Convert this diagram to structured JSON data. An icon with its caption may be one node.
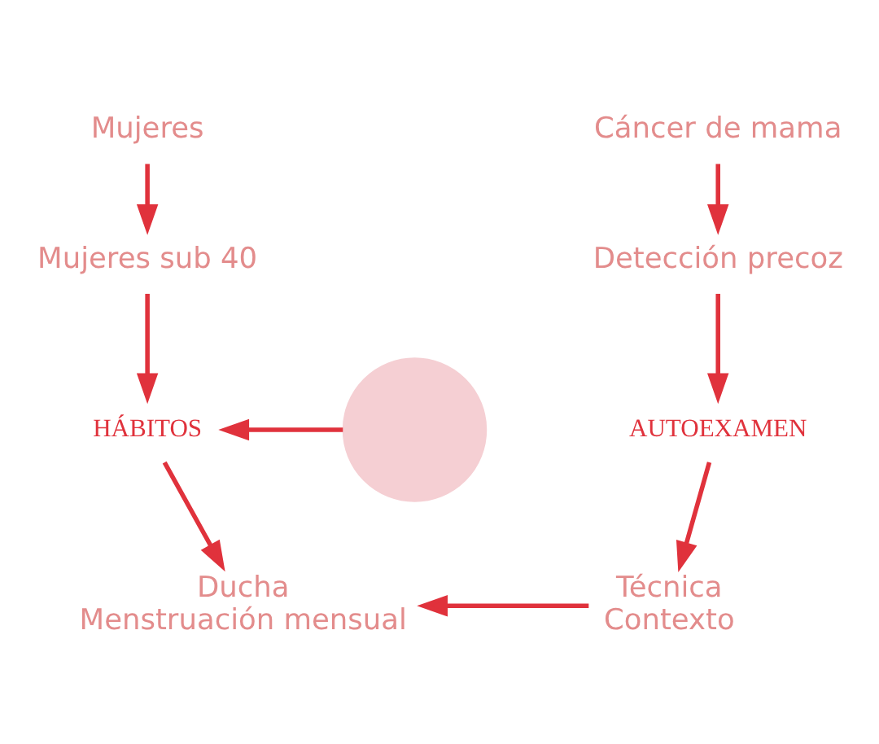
{
  "diagram": {
    "nodes": [
      {
        "text": [
          "Mujeres"
        ]
      },
      {
        "text": [
          "Mujeres sub 40"
        ]
      },
      {
        "text": [
          "HÁBITOS"
        ]
      },
      {
        "text": [
          "Ducha",
          "Menstruación mensual"
        ]
      },
      {
        "text": [
          "Cáncer de mama"
        ]
      },
      {
        "text": [
          "Detección precoz"
        ]
      },
      {
        "text": [
          "AUTOEXAMEN"
        ]
      },
      {
        "text": [
          "Técnica",
          "Contexto"
        ]
      },
      {
        "text": [],
        "shape": "circle"
      }
    ],
    "edges": [
      {
        "from": 0,
        "to": 1,
        "arrow": "to"
      },
      {
        "from": 1,
        "to": 2,
        "arrow": "to"
      },
      {
        "from": 2,
        "to": 3,
        "arrow": "to"
      },
      {
        "from": 4,
        "to": 5,
        "arrow": "to"
      },
      {
        "from": 5,
        "to": 6,
        "arrow": "to"
      },
      {
        "from": 6,
        "to": 7,
        "arrow": "to"
      },
      {
        "from": 8,
        "to": 2,
        "arrow": "to"
      },
      {
        "from": 7,
        "to": 3,
        "arrow": "to"
      }
    ]
  }
}
